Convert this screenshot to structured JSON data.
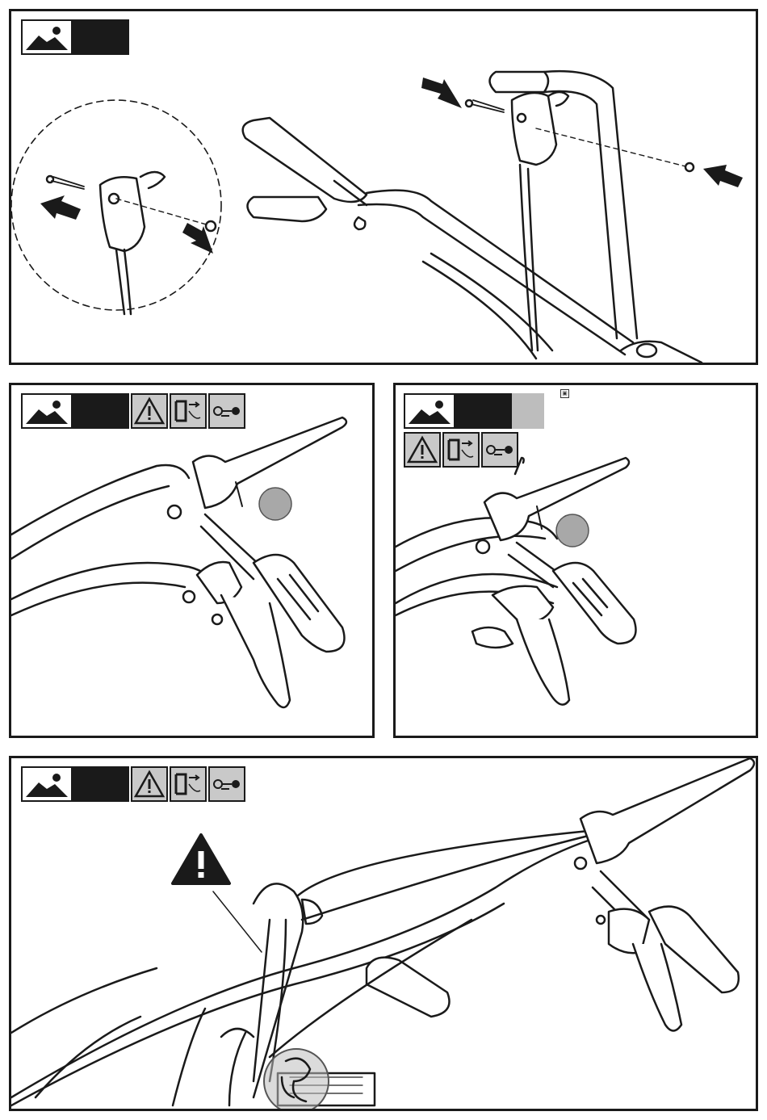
{
  "panels": [
    {
      "id": "step-1",
      "step_label": "",
      "markers": []
    },
    {
      "id": "step-2",
      "step_label": "",
      "safety_icons": [
        "warning-triangle-icon",
        "unplug-icon",
        "key-remove-icon"
      ]
    },
    {
      "id": "step-3",
      "step_label": "",
      "safety_icons": [
        "warning-triangle-icon",
        "unplug-icon",
        "key-remove-icon"
      ]
    },
    {
      "id": "step-4",
      "step_label": "",
      "safety_icons": [
        "warning-triangle-icon",
        "unplug-icon",
        "key-remove-icon"
      ],
      "callout": "warning-triangle-icon"
    }
  ],
  "colors": {
    "ink": "#1a1a1a",
    "icon_bg": "#c9c9c9",
    "gray_dot": "#a8a8a8",
    "gray_tab": "#bdbdbd"
  }
}
